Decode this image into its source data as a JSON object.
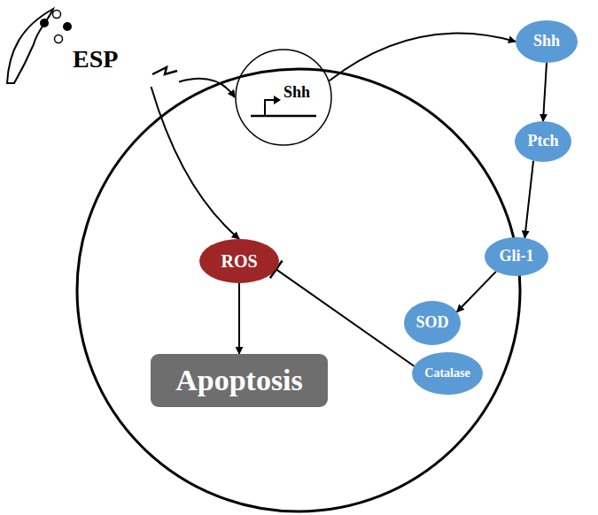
{
  "diagram": {
    "nodes": [
      {
        "text": [
          "ESP"
        ]
      },
      {
        "text": [
          "Shh"
        ]
      },
      {
        "text": [
          "Shh"
        ]
      },
      {
        "text": [
          "Ptch"
        ]
      },
      {
        "text": [
          "Gli-1"
        ]
      },
      {
        "text": [
          "SOD"
        ]
      },
      {
        "text": [
          "Catalase"
        ]
      },
      {
        "text": [
          "ROS"
        ]
      },
      {
        "text": [
          "Apoptosis"
        ]
      }
    ],
    "edges": [
      {
        "from": 0,
        "to": 1,
        "arrow": "to"
      },
      {
        "from": 0,
        "to": 7,
        "arrow": "to"
      },
      {
        "from": 1,
        "to": 2,
        "arrow": "to"
      },
      {
        "from": 2,
        "to": 3,
        "arrow": "to"
      },
      {
        "from": 3,
        "to": 4,
        "arrow": "to"
      },
      {
        "from": 4,
        "to": 5,
        "arrow": "to"
      },
      {
        "from": 6,
        "to": 7,
        "arrow": "to"
      },
      {
        "from": 7,
        "to": 8,
        "arrow": "to"
      }
    ]
  }
}
